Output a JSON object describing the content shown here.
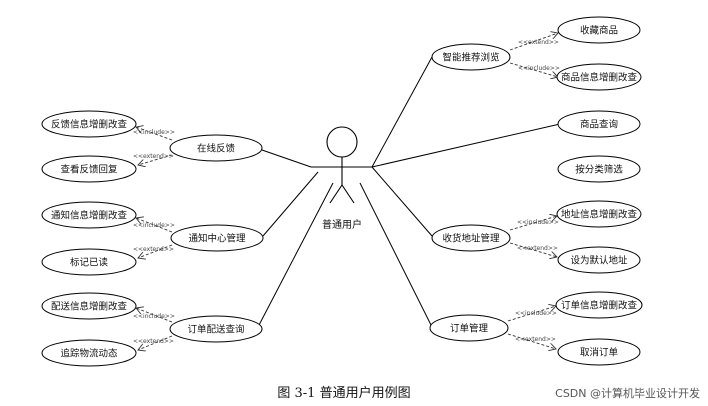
{
  "actor": {
    "name": "普通用户"
  },
  "caption": "图 3-1 普通用户用例图",
  "watermark": "CSDN @计算机毕业设计开发",
  "stereotypes": {
    "include": "<<include>>",
    "extend": "<<extend>>"
  },
  "use_cases": {
    "smart_recommend": "智能推荐浏览",
    "favorite_goods": "收藏商品",
    "goods_info_crud": "商品信息增删改查",
    "goods_query": "商品查询",
    "category_filter": "按分类筛选",
    "address_manage": "收货地址管理",
    "address_info_crud": "地址信息增删改查",
    "set_default_address": "设为默认地址",
    "order_manage": "订单管理",
    "order_info_crud": "订单信息增删改查",
    "cancel_order": "取消订单",
    "online_feedback": "在线反馈",
    "feedback_info_crud": "反馈信息增删改查",
    "view_feedback_reply": "查看反馈回复",
    "notice_center": "通知中心管理",
    "notice_info_crud": "通知信息增删改查",
    "mark_read": "标记已读",
    "delivery_query": "订单配送查询",
    "delivery_info_crud": "配送信息增删改查",
    "track_logistics": "追踪物流动态"
  }
}
